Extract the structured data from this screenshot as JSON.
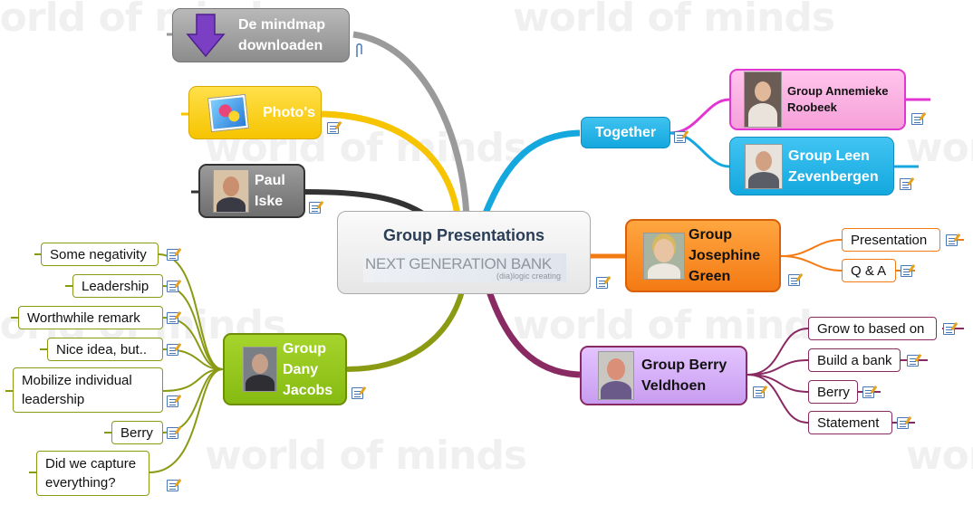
{
  "watermark": "world of minds",
  "center": {
    "title": "Group Presentations",
    "logo_main": "NEXT GENERATION BANK",
    "logo_sub": "(dia)logic creating"
  },
  "download": {
    "label_line1": "De mindmap",
    "label_line2": "downloaden"
  },
  "photos": {
    "label": "Photo's"
  },
  "paul": {
    "label_line1": "Paul",
    "label_line2": "Iske"
  },
  "together": {
    "label": "Together",
    "annemieke": {
      "label_line1": "Group Annemieke",
      "label_line2": "Roobeek"
    },
    "leen": {
      "label_line1": "Group Leen",
      "label_line2": "Zevenbergen"
    }
  },
  "josephine": {
    "label_line1": "Group",
    "label_line2": "Josephine",
    "label_line3": "Green",
    "children": [
      "Presentation",
      "Q & A"
    ]
  },
  "berry": {
    "label_line1": "Group Berry",
    "label_line2": "Veldhoen",
    "children": [
      "Grow to based on",
      "Build a bank",
      "Berry",
      "Statement"
    ]
  },
  "dany": {
    "label_line1": "Group",
    "label_line2": "Dany",
    "label_line3": "Jacobs",
    "children": [
      {
        "line1": "Some negativity",
        "line2": ""
      },
      {
        "line1": "Leadership",
        "line2": ""
      },
      {
        "line1": "Worthwhile remark",
        "line2": ""
      },
      {
        "line1": "Nice idea, but..",
        "line2": ""
      },
      {
        "line1": "Mobilize individual",
        "line2": "leadership"
      },
      {
        "line1": "Berry",
        "line2": ""
      },
      {
        "line1": "Did we capture",
        "line2": "everything?"
      }
    ]
  },
  "colors": {
    "download": "#8c8c8c",
    "photos": "#f6c400",
    "paul": "#333333",
    "together": "#14a8de",
    "annemieke": "#e236d2",
    "josephine": "#f47a14",
    "berry": "#8a2a63",
    "dany": "#8a9a12"
  }
}
